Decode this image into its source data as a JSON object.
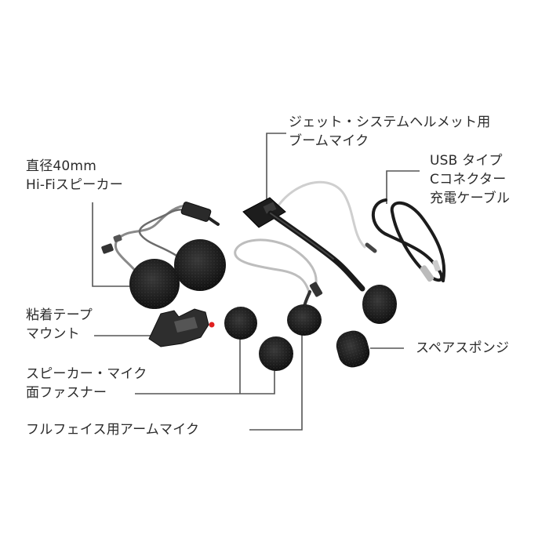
{
  "labels": {
    "jet_mic": {
      "line1": "ジェット・システムヘルメット用",
      "line2": "ブームマイク"
    },
    "usb_cable": {
      "line1": "USB タイプ",
      "line2": "Cコネクター",
      "line3": "充電ケーブル"
    },
    "speaker": {
      "line1": "直径40mm",
      "line2": "Hi-Fiスピーカー"
    },
    "tape_mount": {
      "line1": "粘着テープ",
      "line2": "マウント"
    },
    "spare_sponge": {
      "line1": "スペアスポンジ"
    },
    "fastener": {
      "line1": "スピーカー・マイク",
      "line2": "面ファスナー"
    },
    "fullface_mic": {
      "line1": "フルフェイス用アームマイク"
    }
  }
}
